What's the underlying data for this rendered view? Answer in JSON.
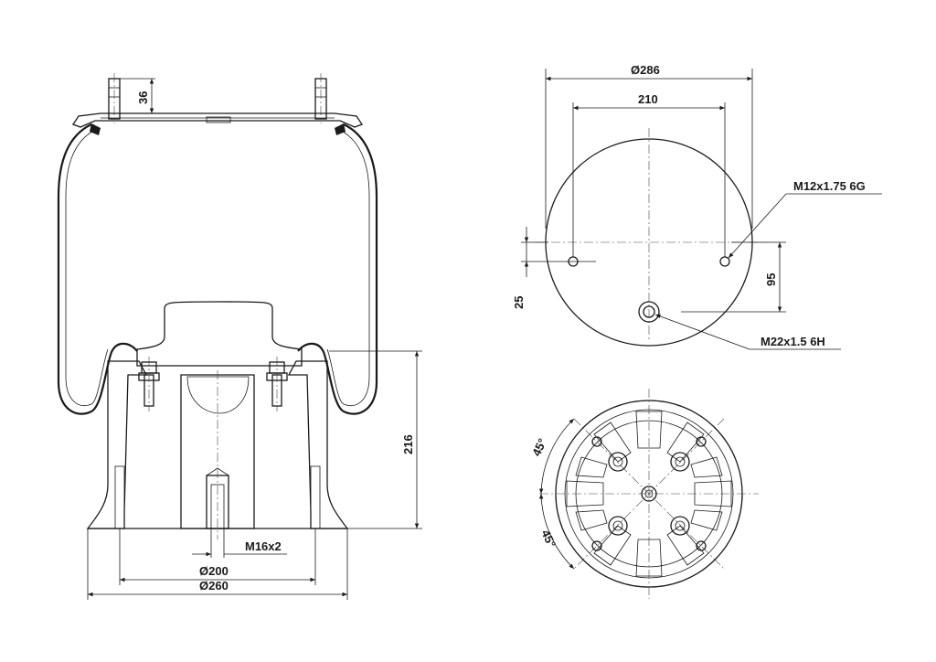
{
  "side_view": {
    "dims": {
      "stud_height": "36",
      "height": "216",
      "thread": "M16x2",
      "inner_dia": "Ø200",
      "outer_dia": "Ø260"
    }
  },
  "top_view": {
    "dims": {
      "diameter": "Ø286",
      "stud_spacing": "210",
      "stud_thread": "M12x1.75 6G",
      "offset_v": "95",
      "offset_small": "25",
      "air_thread": "M22x1.5 6H"
    }
  },
  "bottom_view": {
    "dims": {
      "angle_top": "45°",
      "angle_bottom": "45°"
    }
  },
  "colors": {
    "line": "#1a1a1a",
    "hatch": "#555555"
  }
}
